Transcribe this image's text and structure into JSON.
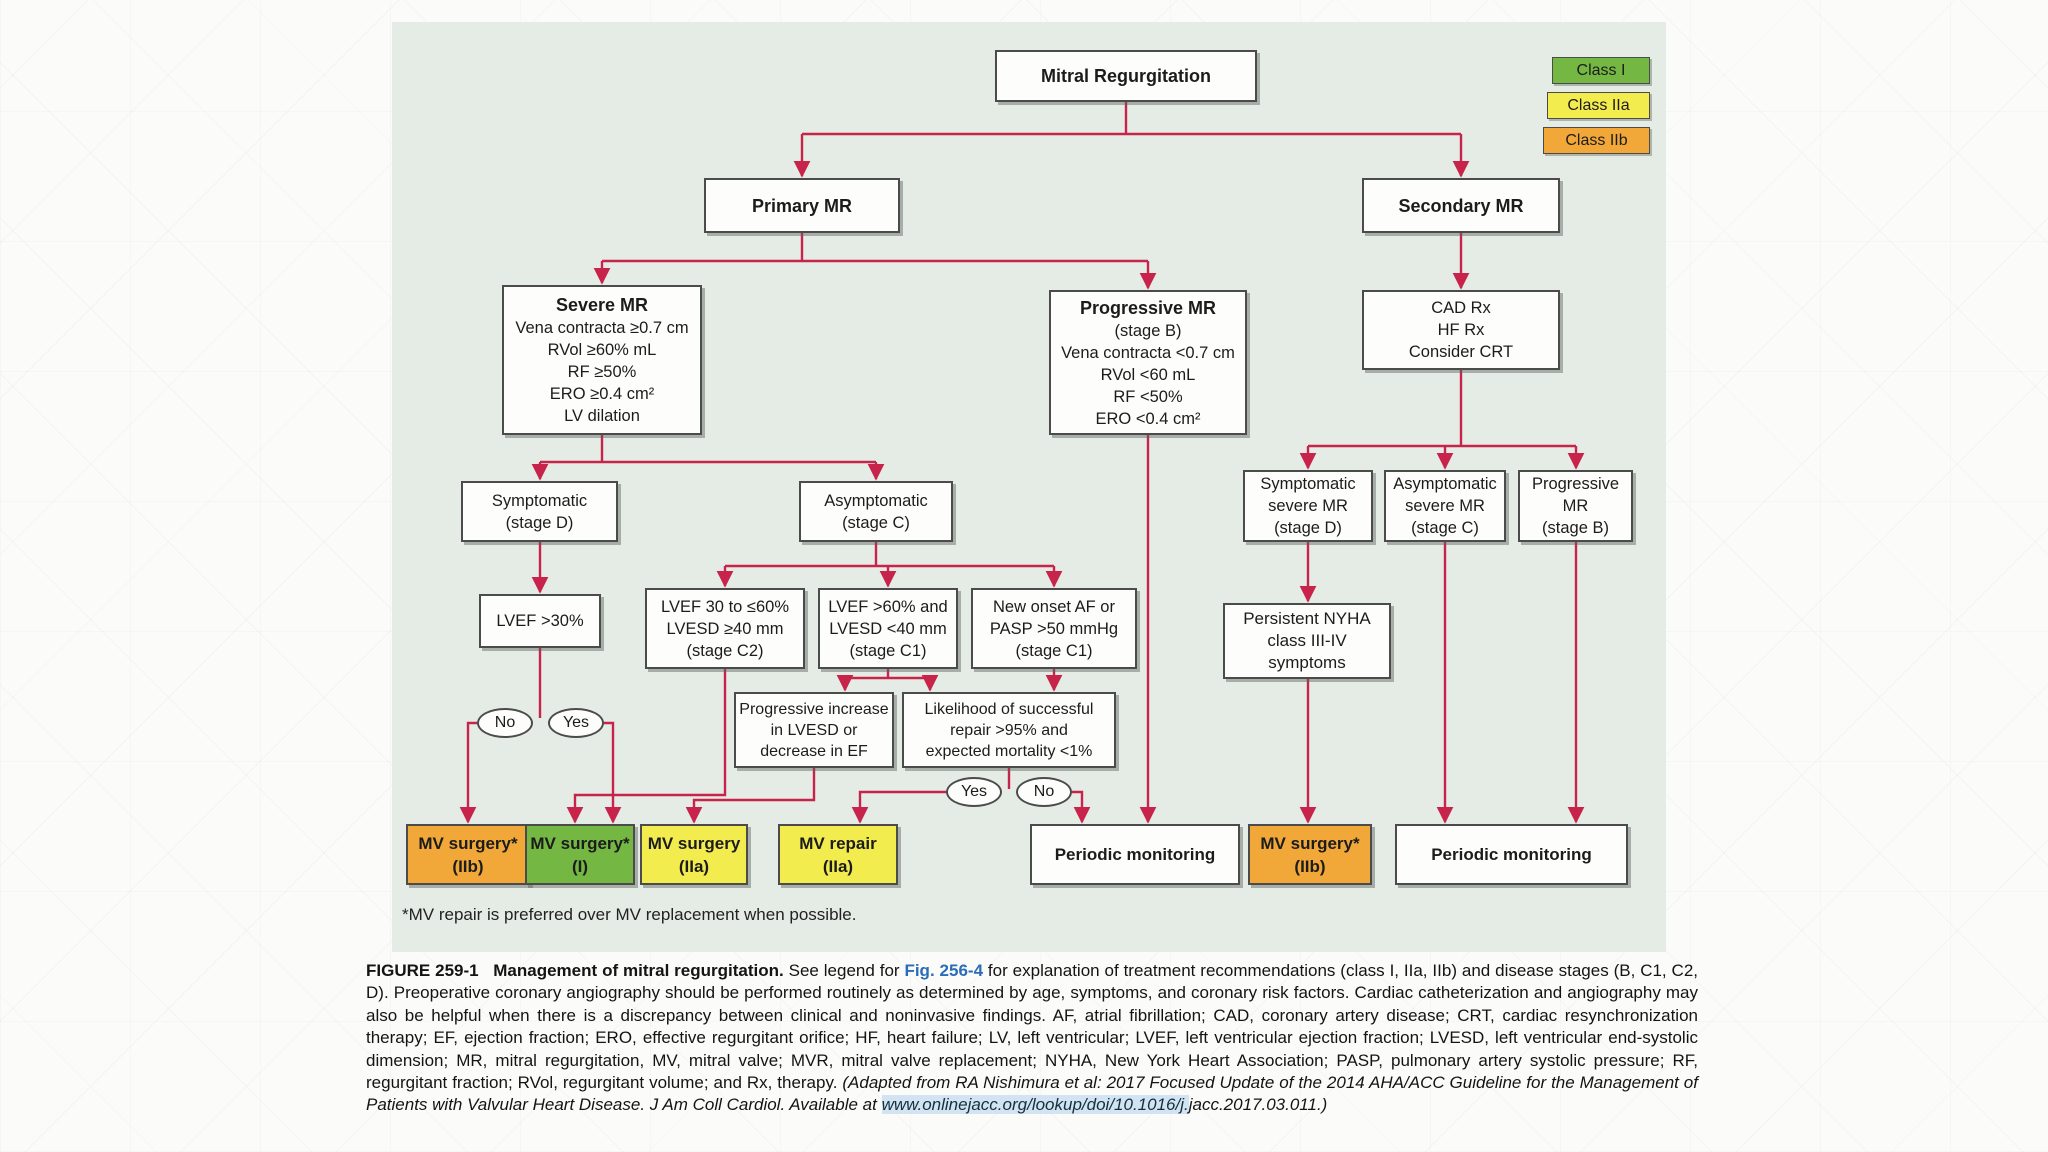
{
  "legend": {
    "items": [
      {
        "label": "Class I",
        "color": "#74b843"
      },
      {
        "label": "Class IIa",
        "color": "#f3ec4f"
      },
      {
        "label": "Class IIb",
        "color": "#f1a838"
      }
    ]
  },
  "colors": {
    "panel_background": "#e4ece5",
    "arrow": "#c7234b",
    "box_border": "#4b4b4b",
    "link_blue": "#2b6cb8",
    "url_highlight": "#d2e4f2"
  },
  "nodes": {
    "mitral": {
      "label": "Mitral Regurgitation"
    },
    "primary": {
      "label": "Primary MR"
    },
    "secondary": {
      "label": "Secondary MR"
    },
    "severe": {
      "title": "Severe MR",
      "lines": [
        "Vena contracta ≥0.7 cm",
        "RVol ≥60% mL",
        "RF ≥50%",
        "ERO ≥0.4 cm²",
        "LV dilation"
      ]
    },
    "progressive_b": {
      "title": "Progressive MR",
      "lines": [
        "(stage B)",
        "Vena contracta <0.7 cm",
        "RVol <60 mL",
        "RF <50%",
        "ERO <0.4 cm²"
      ]
    },
    "cad": {
      "lines": [
        "CAD Rx",
        "HF Rx",
        "Consider CRT"
      ]
    },
    "symptomatic_d": {
      "lines": [
        "Symptomatic",
        "(stage D)"
      ]
    },
    "asymptomatic_c": {
      "lines": [
        "Asymptomatic",
        "(stage C)"
      ]
    },
    "lvef30": {
      "label": "LVEF >30%"
    },
    "c2": {
      "lines": [
        "LVEF 30 to ≤60%",
        "LVESD ≥40 mm",
        "(stage C2)"
      ]
    },
    "c1a": {
      "lines": [
        "LVEF >60% and",
        "LVESD <40 mm",
        "(stage C1)"
      ]
    },
    "c1b": {
      "lines": [
        "New onset AF or",
        "PASP >50 mmHg",
        "(stage C1)"
      ]
    },
    "prog_increase": {
      "lines": [
        "Progressive increase",
        "in LVESD or",
        "decrease in EF"
      ]
    },
    "likelihood": {
      "lines": [
        "Likelihood of successful",
        "repair >95% and",
        "expected mortality <1%"
      ]
    },
    "sympt_severe": {
      "lines": [
        "Symptomatic",
        "severe MR",
        "(stage D)"
      ]
    },
    "asympt_severe": {
      "lines": [
        "Asymptomatic",
        "severe MR",
        "(stage C)"
      ]
    },
    "prog_b2": {
      "lines": [
        "Progressive",
        "MR",
        "(stage B)"
      ]
    },
    "nyha": {
      "lines": [
        "Persistent NYHA",
        "class III-IV",
        "symptoms"
      ]
    },
    "mv_iib_1": {
      "lines": [
        "MV surgery*",
        "(IIb)"
      ]
    },
    "mv_i": {
      "lines": [
        "MV surgery*",
        "(I)"
      ]
    },
    "mv_iia": {
      "lines": [
        "MV surgery",
        "(IIa)"
      ]
    },
    "mv_repair": {
      "lines": [
        "MV repair",
        "(IIa)"
      ]
    },
    "periodic_1": {
      "label": "Periodic monitoring"
    },
    "mv_iib_2": {
      "lines": [
        "MV surgery*",
        "(IIb)"
      ]
    },
    "periodic_2": {
      "label": "Periodic monitoring"
    }
  },
  "ovals": {
    "no1": "No",
    "yes1": "Yes",
    "yes2": "Yes",
    "no2": "No"
  },
  "footnote": "*MV repair is preferred over MV replacement when possible.",
  "caption": {
    "figure_label": "FIGURE 259-1",
    "figure_title": "Management of mitral regurgitation.",
    "pre_link": " See legend for ",
    "link": "Fig. 256-4",
    "body": " for explanation of treatment recommendations (class I, IIa, IIb) and disease stages (B, C1, C2, D). Preoperative coronary angiography should be performed routinely as determined by age, symptoms, and coronary risk factors. Cardiac catheterization and angiography may also be helpful when there is a discrepancy between clinical and noninvasive findings. AF, atrial fibrillation; CAD, coronary artery disease; CRT, cardiac resynchronization therapy; EF, ejection fraction; ERO, effective regurgitant orifice; HF, heart failure; LV, left ventricular; LVEF, left ventricular ejection fraction; LVESD, left ventricular end-systolic dimension; MR, mitral regurgitation, MV, mitral valve; MVR, mitral valve replacement; NYHA, New York Heart Association; PASP, pulmonary artery systolic pressure; RF, regurgitant fraction; RVol, regurgitant volume; and Rx, therapy. ",
    "adapted_italic": "(Adapted from RA Nishimura et al: 2017 Focused Update of the 2014 AHA/ACC Guideline for the Management of Patients with Valvular Heart Disease. J Am Coll Cardiol. Available at ",
    "url": "www.onlinejacc.org/lookup/doi/10.1016/j.",
    "url_tail": "jacc.2017.03.011.)"
  }
}
